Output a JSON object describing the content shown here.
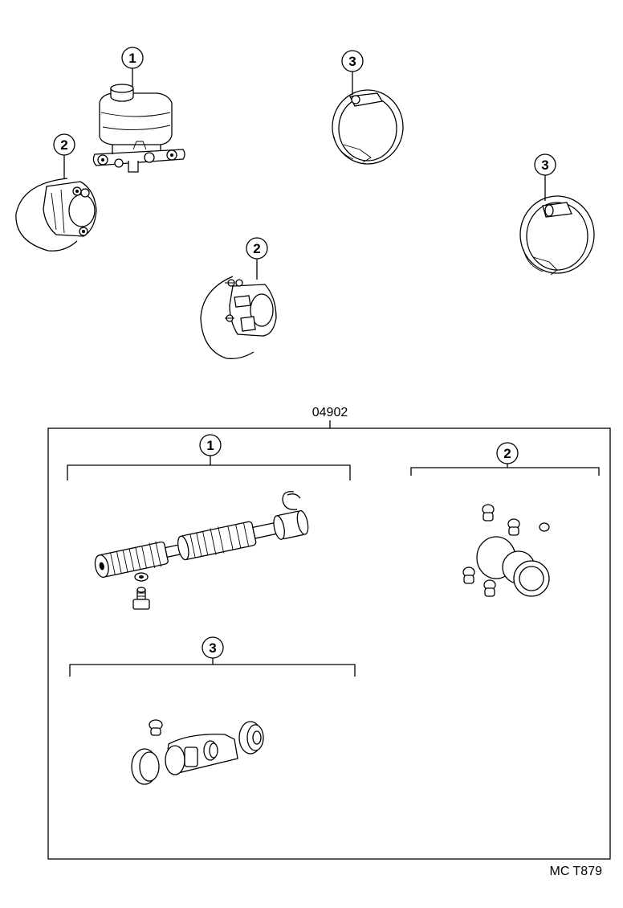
{
  "kit": {
    "part_number": "04902",
    "sections": [
      {
        "callout": "1"
      },
      {
        "callout": "2"
      },
      {
        "callout": "3"
      }
    ]
  },
  "assemblies": [
    {
      "callout": "1"
    },
    {
      "callout": "2"
    },
    {
      "callout": "2"
    },
    {
      "callout": "3"
    },
    {
      "callout": "3"
    }
  ],
  "drawing_code": "MC T879"
}
